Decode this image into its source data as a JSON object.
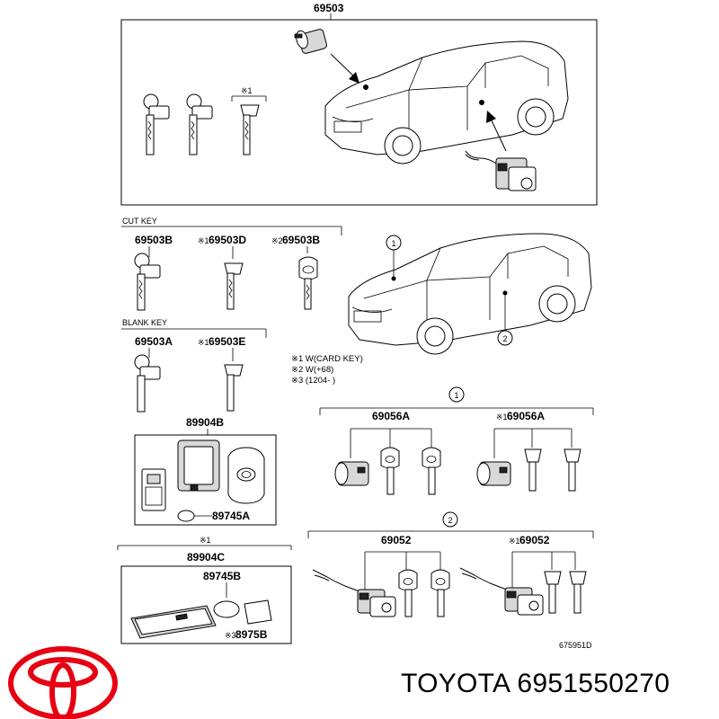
{
  "diagram": {
    "top_part": "69503",
    "top_marker": "※1",
    "cut_key": {
      "title": "CUT KEY",
      "parts": [
        "69503B",
        "69503D",
        "69503B"
      ],
      "markers": [
        "",
        "※1",
        "※2"
      ]
    },
    "blank_key": {
      "title": "BLANK KEY",
      "parts": [
        "69503A",
        "69503E"
      ],
      "markers": [
        "",
        "※1"
      ]
    },
    "notes": [
      "※1 W(CARD KEY)",
      "※2 W(+68)",
      "※3 (1204-     )"
    ],
    "circle_labels": [
      "1",
      "2"
    ],
    "smart_key": {
      "part": "89904B",
      "battery": "89745A"
    },
    "card_key": {
      "marker": "※1",
      "part": "89904C",
      "battery": "89745B",
      "sub_part": "8975B",
      "sub_marker": "※3"
    },
    "group1": {
      "circle": "1",
      "parts": [
        "69056A",
        "69056A"
      ],
      "markers": [
        "",
        "※1"
      ]
    },
    "group2": {
      "circle": "2",
      "parts": [
        "69052",
        "69052"
      ],
      "markers": [
        "",
        "※1"
      ]
    },
    "diagram_code": "675951D"
  },
  "footer": {
    "brand": "TOYOTA",
    "part_number": "6951550270"
  }
}
